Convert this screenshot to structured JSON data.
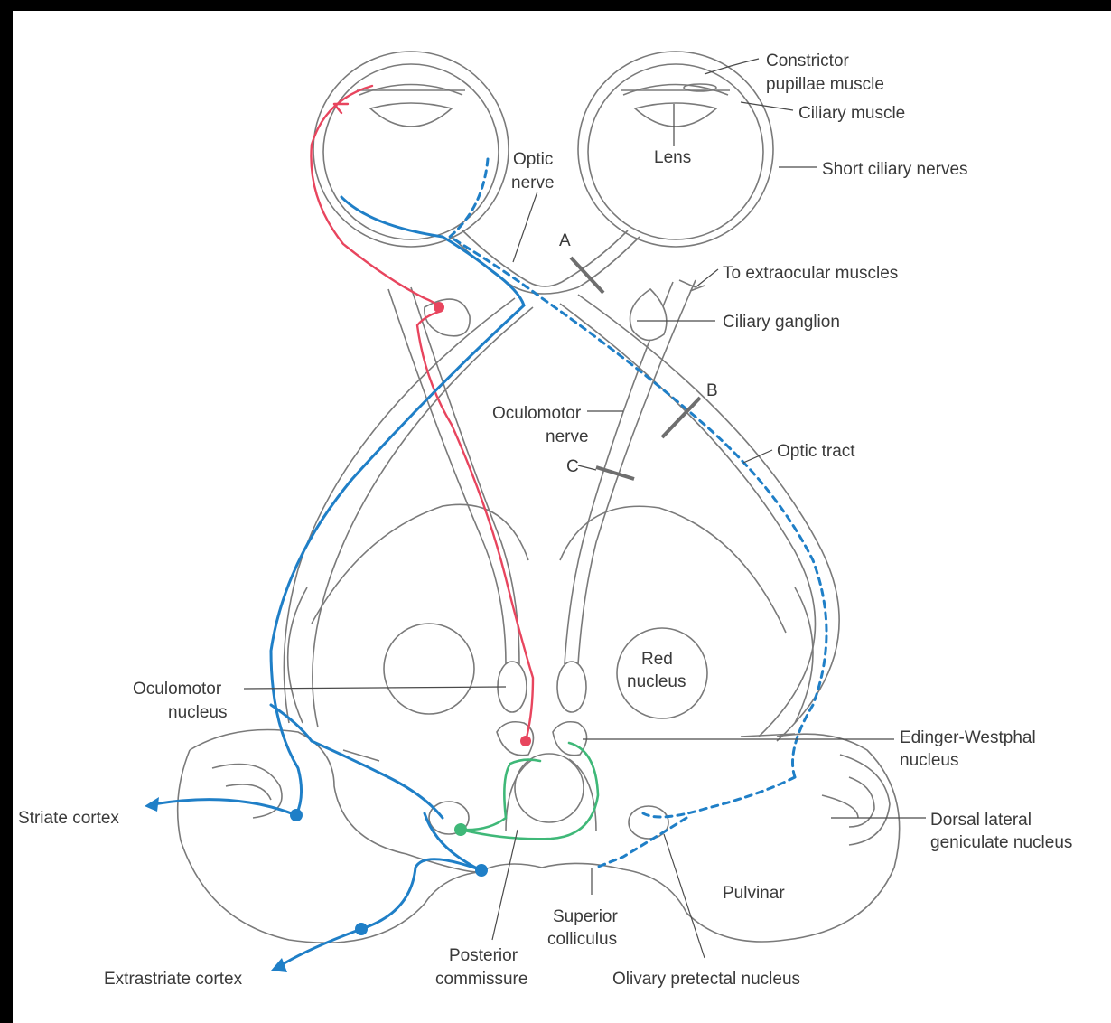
{
  "labels": {
    "constrictor": [
      "Constrictor",
      "pupillae muscle"
    ],
    "ciliary_muscle": "Ciliary muscle",
    "lens": "Lens",
    "short_ciliary_nerves": "Short ciliary nerves",
    "optic_nerve": [
      "Optic",
      "nerve"
    ],
    "to_extraocular": "To extraocular muscles",
    "ciliary_ganglion": "Ciliary ganglion",
    "lesion_a": "A",
    "lesion_b": "B",
    "lesion_c": "C",
    "oculomotor_nerve": [
      "Oculomotor",
      "nerve"
    ],
    "optic_tract": "Optic tract",
    "red_nucleus": [
      "Red",
      "nucleus"
    ],
    "oculomotor_nucleus": [
      "Oculomotor",
      "nucleus"
    ],
    "edinger_westphal": [
      "Edinger-Westphal",
      "nucleus"
    ],
    "striate_cortex": "Striate cortex",
    "dorsal_lateral_geniculate": [
      "Dorsal lateral",
      "geniculate nucleus"
    ],
    "pulvinar": "Pulvinar",
    "superior_colliculus": [
      "Superior",
      "colliculus"
    ],
    "posterior_commissure": [
      "Posterior",
      "commissure"
    ],
    "extrastriate_cortex": "Extrastriate cortex",
    "olivary_pretectal": "Olivary pretectal nucleus"
  },
  "colors": {
    "retinal_afferent": "#1f7fc7",
    "parasympathetic_efferent": "#e8455e",
    "pretectal_interneuron": "#3fb878",
    "anatomy_outline": "#7a7a7a"
  }
}
